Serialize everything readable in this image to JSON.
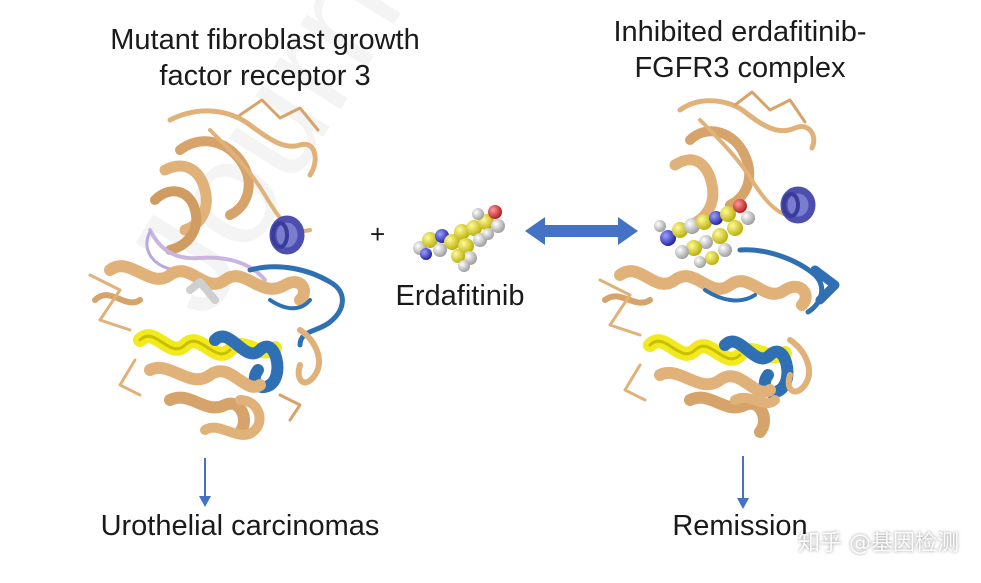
{
  "left_panel": {
    "title_line1": "Mutant fibroblast growth",
    "title_line2": "factor receptor 3",
    "outcome": "Urothelial carcinomas"
  },
  "drug": {
    "plus": "+",
    "name": "Erdafitinib"
  },
  "right_panel": {
    "title_line1": "Inhibited erdafitinib-",
    "title_line2": "FGFR3 complex",
    "outcome": "Remission"
  },
  "watermark_text": "知乎 @基因检测",
  "background_watermark": "Journal Pre-p",
  "colors": {
    "tan": "#e0b27a",
    "tan_dark": "#b98a52",
    "yellow": "#f2ea1e",
    "blue": "#2f6fb3",
    "violet": "#4d4fb0",
    "arrow_blue": "#4472c4"
  },
  "icons": {
    "double_arrow": "double-headed-arrow-icon",
    "down_arrow": "down-arrow-icon"
  }
}
